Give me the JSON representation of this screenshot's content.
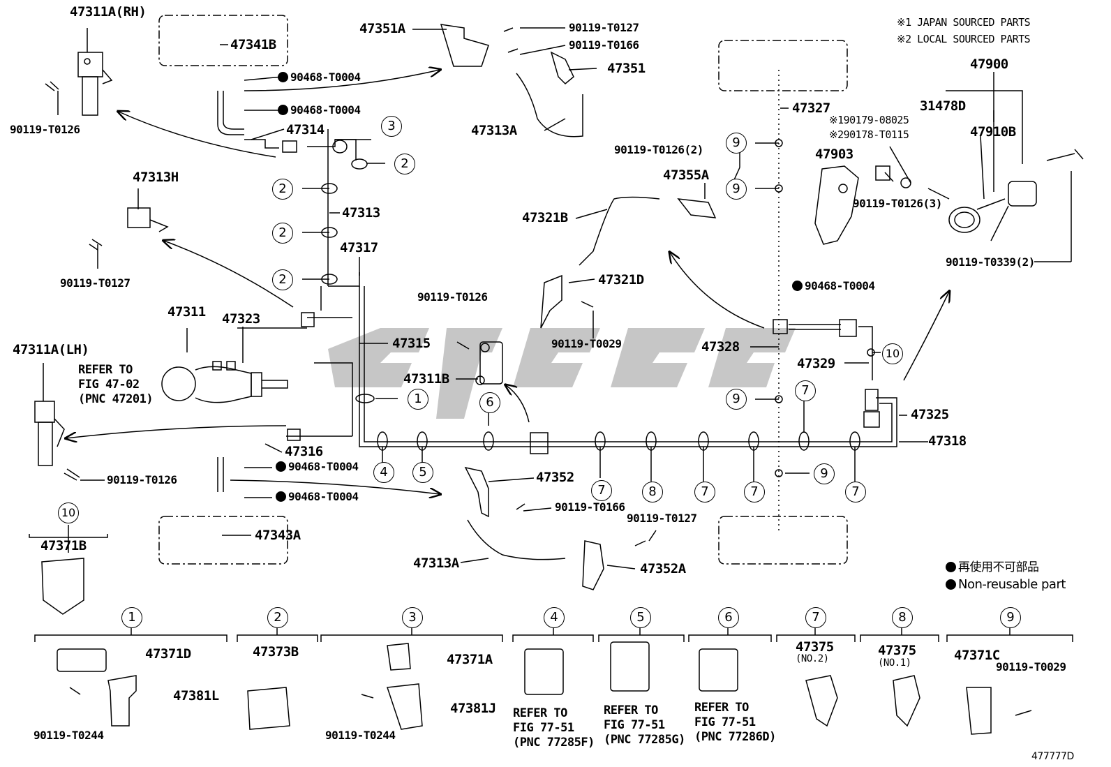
{
  "notes": {
    "japan": "※1 JAPAN SOURCED PARTS",
    "local": "※2 LOCAL SOURCED PARTS",
    "nonreuse_jp": "再使用不可部品",
    "nonreuse_en": "Non-reusable part",
    "figure_id": "477777D"
  },
  "parts": {
    "p47311A_RH": "47311A(RH)",
    "p47341B": "47341B",
    "p90468_a": "90468-T0004",
    "p90468_b": "90468-T0004",
    "p47314": "47314",
    "p90119_T0126_a": "90119-T0126",
    "p47351A": "47351A",
    "p90119_T0127_a": "90119-T0127",
    "p90119_T0166_a": "90119-T0166",
    "p47351": "47351",
    "p47313A_a": "47313A",
    "p47313H": "47313H",
    "p90119_T0127_b": "90119-T0127",
    "p47313": "47313",
    "p47317": "47317",
    "p47311": "47311",
    "p47323": "47323",
    "p47315": "47315",
    "p47311A_LH": "47311A(LH)",
    "refer_47201": "REFER TO\nFIG 47-02\n(PNC 47201)",
    "p90119_T0126_b": "90119-T0126",
    "p47311B": "47311B",
    "p47316": "47316",
    "p90468_c": "90468-T0004",
    "p90468_d": "90468-T0004",
    "p90119_T0126_c": "90119-T0126",
    "p47343A": "47343A",
    "p47352": "47352",
    "p90119_T0166_b": "90119-T0166",
    "p90119_T0127_c": "90119-T0127",
    "p47313A_b": "47313A",
    "p47352A": "47352A",
    "p47327": "47327",
    "p90119_T0126_2": "90119-T0126(2)",
    "p47355A": "47355A",
    "p47321B": "47321B",
    "p47321D": "47321D",
    "p90119_T0029_a": "90119-T0029",
    "p47328": "47328",
    "p90468_e": "90468-T0004",
    "p47329": "47329",
    "p47325": "47325",
    "p47318": "47318",
    "p47900": "47900",
    "p31478D": "31478D",
    "p47910B": "47910B",
    "p90179": "※190179-08025",
    "p90178": "※290178-T0115",
    "p47903": "47903",
    "p90119_T0126_3": "90119-T0126(3)",
    "p90119_T0339_2": "90119-T0339(2)",
    "p47371B": "47371B",
    "p47371D": "47371D",
    "p47381L": "47381L",
    "p90119_T0244_a": "90119-T0244",
    "p47373B": "47373B",
    "p47371A": "47371A",
    "p47381J": "47381J",
    "p90119_T0244_b": "90119-T0244",
    "refer_77285F": "REFER TO\nFIG 77-51\n(PNC 77285F)",
    "refer_77285G": "REFER TO\nFIG 77-51\n(PNC 77285G)",
    "refer_77286D": "REFER TO\nFIG 77-51\n(PNC 77286D)",
    "p47375_no2": "47375",
    "no2": "(NO.2)",
    "p47375_no1": "47375",
    "no1": "(NO.1)",
    "p47371C": "47371C",
    "p90119_T0029_b": "90119-T0029"
  },
  "callouts": {
    "c1": "1",
    "c2": "2",
    "c3": "3",
    "c4": "4",
    "c5": "5",
    "c6": "6",
    "c7": "7",
    "c8": "8",
    "c9": "9",
    "c10": "10"
  }
}
